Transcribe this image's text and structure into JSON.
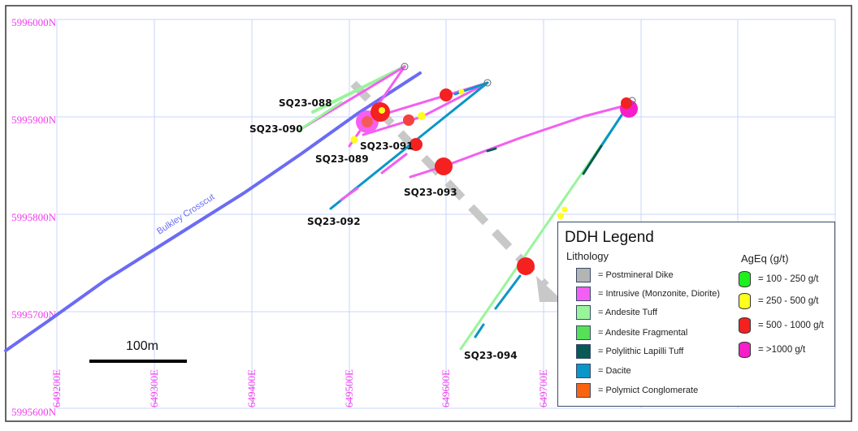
{
  "map": {
    "northing_labels": [
      "5996000N",
      "5995900N",
      "5995800N",
      "5995700N",
      "5995600N"
    ],
    "easting_labels": [
      "649200E",
      "649300E",
      "649400E",
      "649500E",
      "649600E",
      "649700E"
    ],
    "scale_bar_label": "100m",
    "crosscut_label": "Bulkley Crosscut",
    "drill_holes": [
      "SQ23-088",
      "SQ23-090",
      "SQ23-089",
      "SQ23-091",
      "SQ23-092",
      "SQ23-093",
      "SQ23-094"
    ]
  },
  "legend": {
    "title": "DDH Legend",
    "lithology_heading": "Lithology",
    "lithology": [
      {
        "label": "= Postmineral Dike",
        "color": "#b4b4b4"
      },
      {
        "label": "= Intrusive (Monzonite, Diorite)",
        "color": "#f25ff2"
      },
      {
        "label": "= Andesite Tuff",
        "color": "#98f59a"
      },
      {
        "label": "= Andesite Fragmental",
        "color": "#55e058"
      },
      {
        "label": "= Polylithic Lapilli Tuff",
        "color": "#075a55"
      },
      {
        "label": "= Dacite",
        "color": "#0a96c8"
      },
      {
        "label": "= Polymict Conglomerate",
        "color": "#fa6410"
      }
    ],
    "grade_heading": "AgEq (g/t)",
    "grades": [
      {
        "label": "= 100 - 250 g/t",
        "color": "#1ef01e"
      },
      {
        "label": "= 250 - 500 g/t",
        "color": "#ffff1e"
      },
      {
        "label": "= 500 - 1000 g/t",
        "color": "#f52020"
      },
      {
        "label": "= >1000 g/t",
        "color": "#f51ec8"
      }
    ]
  },
  "colors": {
    "crosscut": "#6b6bf5",
    "grid": "#c9d6fb",
    "coord_text": "#f03cf0",
    "trend_arrow": "#c8c8c8"
  }
}
